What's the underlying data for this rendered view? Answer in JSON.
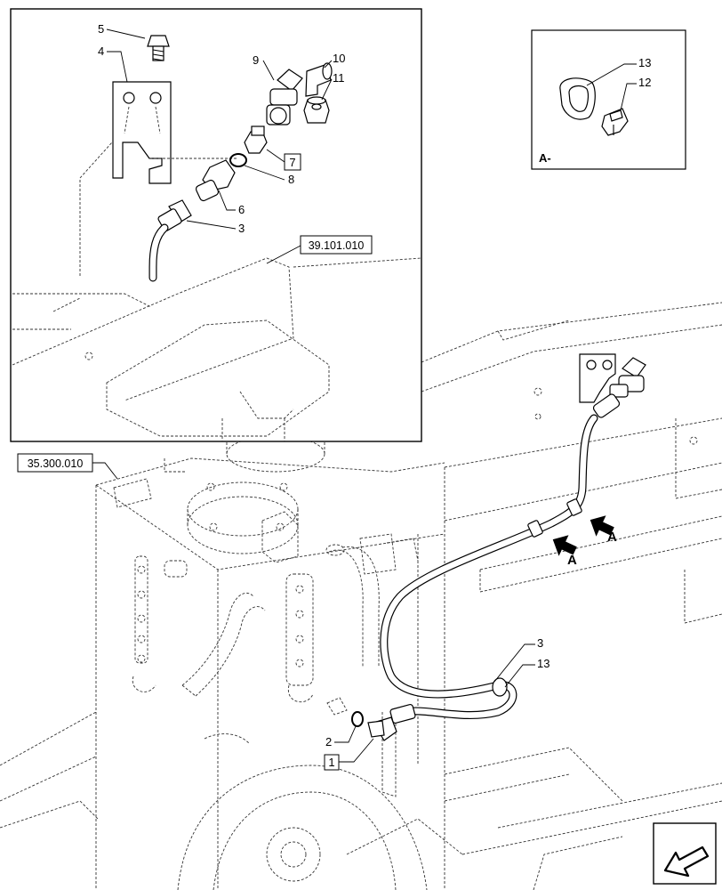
{
  "inset_reference": "39.101.010",
  "main_reference": "35.300.010",
  "detail_view": {
    "label": "A-",
    "callouts": [
      "13",
      "12"
    ]
  },
  "inset_callouts": [
    "5",
    "4",
    "9",
    "10",
    "11",
    "7",
    "8",
    "6",
    "3"
  ],
  "main_callouts": [
    "3",
    "13",
    "2",
    "1"
  ],
  "view_markers": [
    "A",
    "A"
  ],
  "boxed_callouts": [
    "7",
    "1"
  ],
  "orientation_icon": "arrow-forward-left-icon"
}
